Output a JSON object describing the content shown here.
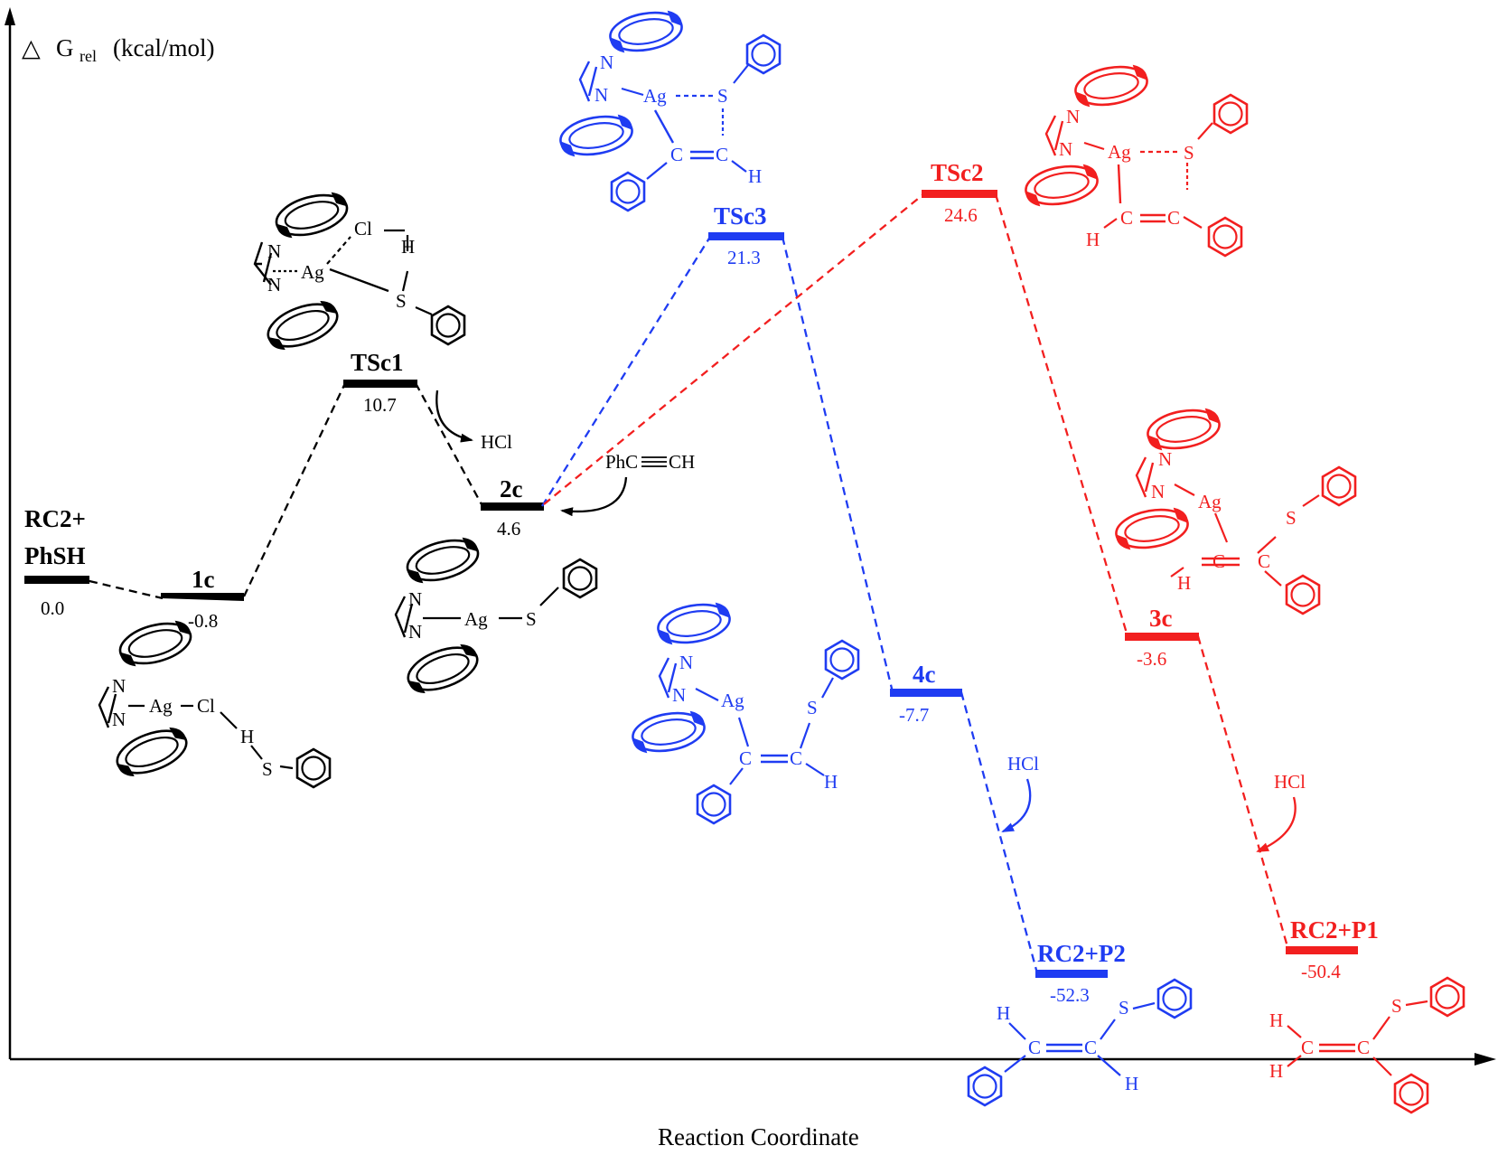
{
  "axes": {
    "y_label_symbol": "△",
    "y_label_main": "G",
    "y_label_sub": "rel",
    "y_label_unit": "(kcal/mol)",
    "x_label": "Reaction Coordinate"
  },
  "colors": {
    "black": "#000000",
    "blue": "#1f3cf2",
    "red": "#f21f1f"
  },
  "states": [
    {
      "id": "RC2",
      "label_line1": "RC2+",
      "label_line2": "PhSH",
      "value": "0.0",
      "color": "black"
    },
    {
      "id": "1c",
      "label_line1": "1c",
      "value": "-0.8",
      "color": "black"
    },
    {
      "id": "TSc1",
      "label_line1": "TSc1",
      "value": "10.7",
      "color": "black"
    },
    {
      "id": "2c",
      "label_line1": "2c",
      "value": "4.6",
      "color": "black"
    },
    {
      "id": "TSc3",
      "label_line1": "TSc3",
      "value": "21.3",
      "color": "blue"
    },
    {
      "id": "4c",
      "label_line1": "4c",
      "value": "-7.7",
      "color": "blue"
    },
    {
      "id": "P2",
      "label_line1": "RC2+P2",
      "value": "-52.3",
      "color": "blue"
    },
    {
      "id": "TSc2",
      "label_line1": "TSc2",
      "value": "24.6",
      "color": "red"
    },
    {
      "id": "3c",
      "label_line1": "3c",
      "value": "-3.6",
      "color": "red"
    },
    {
      "id": "P1",
      "label_line1": "RC2+P1",
      "value": "-50.4",
      "color": "red"
    }
  ],
  "annotations": {
    "hcl_black": "HCl",
    "phcch_pre": "PhC",
    "phcch_post": "CH",
    "hcl_blue": "HCl",
    "hcl_red": "HCl"
  },
  "atoms": {
    "N": "N",
    "Ag": "Ag",
    "Cl": "Cl",
    "H": "H",
    "S": "S",
    "C": "C"
  }
}
